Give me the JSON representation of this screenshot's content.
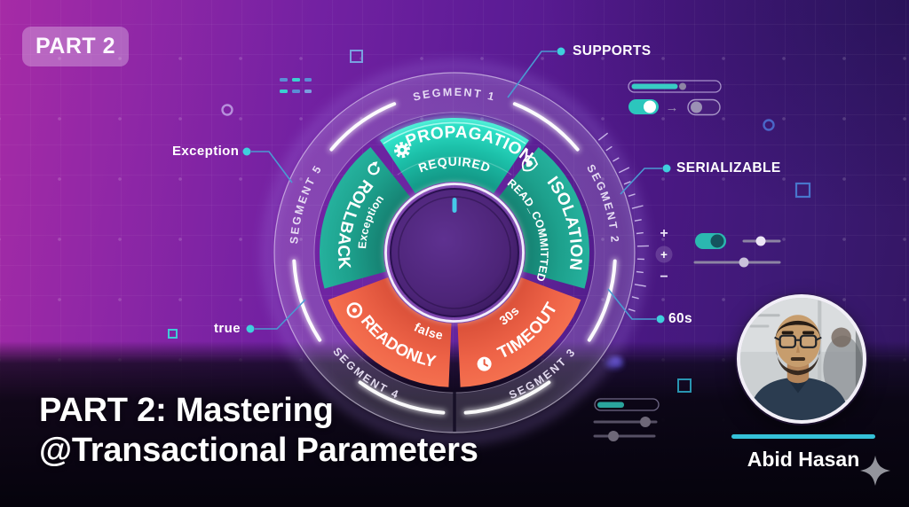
{
  "badge": {
    "label": "PART 2"
  },
  "title": {
    "line1": "PART 2: Mastering",
    "line2": "@Transactional Parameters"
  },
  "author": {
    "name": "Abid Hasan"
  },
  "dial": {
    "segments": [
      {
        "ring_label": "SEGMENT 1",
        "name": "PROPAGATION",
        "value": "REQUIRED",
        "icon": "gear-icon",
        "color": "#23dcc2",
        "highlighted": true
      },
      {
        "ring_label": "SEGMENT 2",
        "name": "ISOLATION",
        "value": "READ_COMMITTED",
        "icon": "shield-icon",
        "color": "#1fa392",
        "highlighted": false
      },
      {
        "ring_label": "SEGMENT 3",
        "name": "TIMEOUT",
        "value": "30s",
        "icon": "clock-icon",
        "color": "#ef6248",
        "highlighted": false
      },
      {
        "ring_label": "SEGMENT 4",
        "name": "READONLY",
        "value": "false",
        "icon": "eye-icon",
        "color": "#ef6248",
        "highlighted": false
      },
      {
        "ring_label": "SEGMENT 5",
        "name": "ROLLBACK",
        "value": "Exception",
        "icon": "rollback-arrow-icon",
        "color": "#1fa392",
        "highlighted": false
      }
    ]
  },
  "callouts": {
    "supports": {
      "label": "SUPPORTS"
    },
    "serializable": {
      "label": "SERIALIZABLE"
    },
    "timeout": {
      "label": "60s"
    },
    "readonly": {
      "label": "true"
    },
    "rollback": {
      "label": "Exception"
    }
  },
  "controls": {
    "plus": "+",
    "plus_circled": "+",
    "minus": "−",
    "arrow": "→"
  },
  "colors": {
    "background_top_left": "#a62ba6",
    "background_mid": "#5d1c96",
    "background_bottom": "#05030c",
    "teal_bright": "#2ce0c6",
    "teal": "#1fa392",
    "orange": "#ef6248",
    "accent_cyan": "#3fd0dd",
    "callout_line": "#4a9ad2",
    "knob": "#53277f",
    "underline_teal": "#35c2d8"
  }
}
